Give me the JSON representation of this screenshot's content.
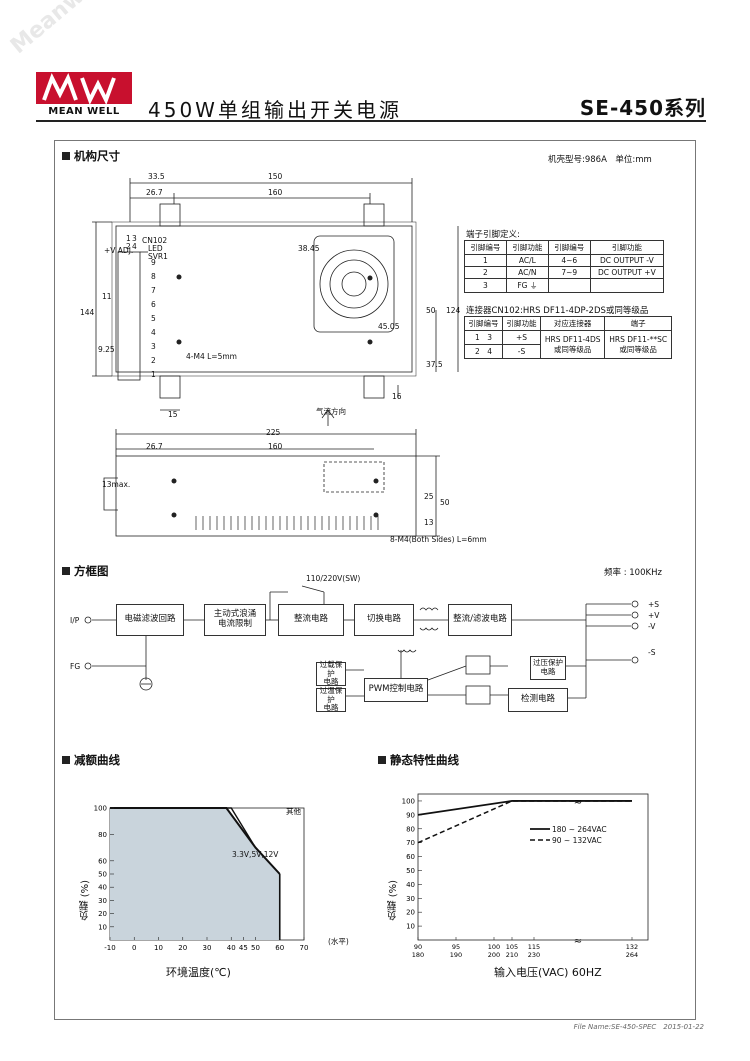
{
  "header": {
    "brand": "MEAN WELL",
    "title": "450W单组输出开关电源",
    "series": "SE-450系列"
  },
  "mechanical": {
    "section_title": "机构尺寸",
    "case_info": "机壳型号:986A　单位:mm",
    "labels": [
      "CN102",
      "LED",
      "SVR1",
      "+V ADJ.",
      "4-M4 L=5mm",
      "8-M4(Both Sides) L=6mm",
      "13max.",
      "气流方向"
    ],
    "dimensions": [
      "33.5",
      "150",
      "26.7",
      "160",
      "144",
      "11",
      "9.25",
      "15",
      "38.45",
      "45.05",
      "50",
      "124",
      "37.5",
      "16",
      "225",
      "26.7",
      "160",
      "25",
      "50",
      "13"
    ],
    "terminal_numbers": [
      "9",
      "8",
      "7",
      "6",
      "5",
      "4",
      "3",
      "2",
      "1"
    ],
    "connector_pins": [
      "1",
      "3",
      "2",
      "4"
    ]
  },
  "terminal_table": {
    "title": "端子引脚定义:",
    "headers": [
      "引脚编号",
      "引脚功能",
      "引脚编号",
      "引脚功能"
    ],
    "rows": [
      [
        "1",
        "AC/L",
        "4~6",
        "DC OUTPUT -V"
      ],
      [
        "2",
        "AC/N",
        "7~9",
        "DC OUTPUT +V"
      ],
      [
        "3",
        "FG ⏚",
        "",
        ""
      ]
    ]
  },
  "connector_table": {
    "title": "连接器CN102:HRS DF11-4DP-2DS或同等级品",
    "headers": [
      "引脚编号",
      "引脚功能",
      "对应连接器",
      "端子"
    ],
    "rows": [
      [
        "1　3",
        "+S"
      ],
      [
        "2　4",
        "-S"
      ]
    ],
    "mating": "HRS DF11-4DS",
    "mating_note": "或同等级品",
    "terminal": "HRS DF11-**SC",
    "terminal_note": "或同等级品"
  },
  "block_diagram": {
    "section_title": "方框图",
    "frequency": "频率 : 100KHz",
    "switch_label": "110/220V(SW)",
    "blocks": {
      "emi": "电磁滤波回路",
      "pfc": "主动式浪涌\n电流限制",
      "rect": "整流电路",
      "switch": "切换电路",
      "out_filter": "整流/滤波电路",
      "olp": "过载保护\n电路",
      "otp": "过温保护\n电路",
      "pwm": "PWM控制电路",
      "ovp": "过压保护\n电路",
      "detect": "检测电路"
    },
    "ports": [
      "I/P",
      "FG",
      "+S",
      "+V",
      "-V",
      "-S"
    ]
  },
  "derating": {
    "section_title": "减额曲线",
    "curve_labels": [
      "其他",
      "3.3V,5V,12V"
    ],
    "y_label": "负载 (%)",
    "x_label": "环境温度(℃)",
    "x_unit": "(水平)"
  },
  "static": {
    "section_title": "静态特性曲线",
    "legend": [
      "180 ~ 264VAC",
      "90 ~ 132VAC"
    ],
    "y_label": "负载 (%)",
    "x_label": "输入电压(VAC) 60HZ"
  },
  "chart_data": [
    {
      "type": "area",
      "title": "减额曲线",
      "xlabel": "环境温度(℃)",
      "ylabel": "负载 (%)",
      "x_ticks": [
        "-10",
        "0",
        "10",
        "20",
        "30",
        "40",
        "45",
        "50",
        "60",
        "70"
      ],
      "y_ticks": [
        "100",
        "80",
        "60",
        "50",
        "40",
        "30",
        "20",
        "10"
      ],
      "xlim": [
        -10,
        70
      ],
      "ylim": [
        0,
        100
      ],
      "series": [
        {
          "name": "其他",
          "x": [
            -10,
            40,
            50,
            60
          ],
          "y": [
            100,
            100,
            70,
            50
          ]
        },
        {
          "name": "3.3V,5V,12V",
          "x": [
            -10,
            38,
            50,
            60
          ],
          "y": [
            100,
            100,
            70,
            50
          ]
        }
      ]
    },
    {
      "type": "line",
      "title": "静态特性曲线",
      "xlabel": "输入电压(VAC) 60HZ",
      "ylabel": "负载 (%)",
      "x_ticks_top": [
        "90",
        "95",
        "100",
        "105",
        "115",
        "132"
      ],
      "x_ticks_bottom": [
        "180",
        "190",
        "200",
        "210",
        "230",
        "264"
      ],
      "y_ticks": [
        "100",
        "90",
        "80",
        "70",
        "60",
        "50",
        "40",
        "30",
        "20",
        "10"
      ],
      "ylim": [
        0,
        105
      ],
      "series": [
        {
          "name": "180 ~ 264VAC",
          "x": [
            180,
            210,
            264
          ],
          "y": [
            90,
            100,
            100
          ]
        },
        {
          "name": "90 ~ 132VAC",
          "x": [
            90,
            105,
            132
          ],
          "y": [
            70,
            100,
            100
          ]
        }
      ]
    }
  ]
}
